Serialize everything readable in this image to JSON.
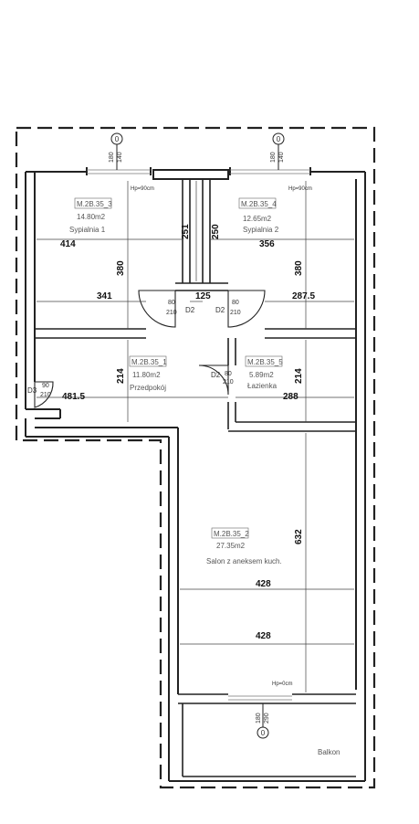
{
  "rooms": [
    {
      "code": "M.2B.35_3",
      "area": "14.80m2",
      "name": "Sypialnia 1"
    },
    {
      "code": "M.2B.35_4",
      "area": "12.65m2",
      "name": "Sypialnia 2"
    },
    {
      "code": "M.2B.35_1",
      "area": "11.80m2",
      "name": "Przedpokój"
    },
    {
      "code": "M.2B.35_5",
      "area": "5.89m2",
      "name": "Łazienka"
    },
    {
      "code": "M.2B.35_2",
      "area": "27.35m2",
      "name": "Salon z aneksem kuch."
    }
  ],
  "balcony_label": "Balkon",
  "dimensions": {
    "d414": "414",
    "d356": "356",
    "d380a": "380",
    "d380b": "380",
    "d251": "251",
    "d250": "250",
    "d341": "341",
    "d125": "125",
    "d2875": "287.5",
    "d214a": "214",
    "d214b": "214",
    "d4815": "481.5",
    "d288": "288",
    "d632": "632",
    "d428a": "428",
    "d428b": "428"
  },
  "doors": {
    "d2_left": "D2",
    "d2_right": "D2",
    "d2_bath": "D2",
    "d3": "D3",
    "w80a": "80",
    "h210a": "210",
    "w80b": "80",
    "h210b": "210",
    "w80c": "80",
    "h210c": "210",
    "w90": "90",
    "h210d": "210"
  },
  "windows": {
    "w1_top": "180",
    "w1_bot": "140",
    "w2_top": "180",
    "w2_bot": "140",
    "w3_top": "180",
    "w3_bot": "290",
    "hp1": "Hp=90cm",
    "hp2": "Hp=90cm",
    "hp3": "Hp=0cm"
  },
  "axis_markers": {
    "m1": "0",
    "m2": "0",
    "m3": "0"
  }
}
